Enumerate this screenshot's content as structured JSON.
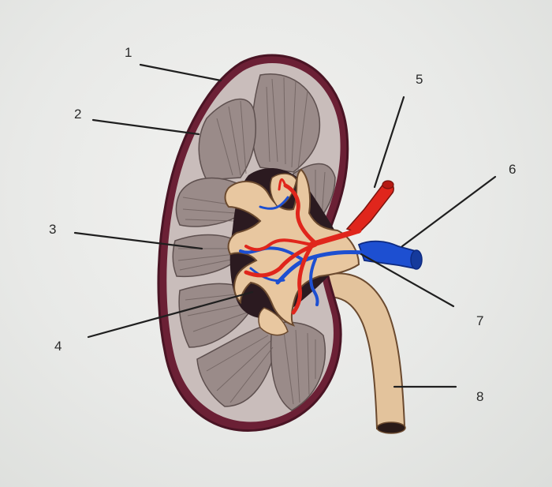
{
  "labels": [
    {
      "id": "l1",
      "text": "1"
    },
    {
      "id": "l2",
      "text": "2"
    },
    {
      "id": "l3",
      "text": "3"
    },
    {
      "id": "l4",
      "text": "4"
    },
    {
      "id": "l5",
      "text": "5"
    },
    {
      "id": "l6",
      "text": "6"
    },
    {
      "id": "l7",
      "text": "7"
    },
    {
      "id": "l8",
      "text": "8"
    }
  ],
  "colors": {
    "capsule": "#5a1a2a",
    "cortex": "#c3b8b6",
    "pyramid": "#8f807e",
    "pelvis": "#e8c7a0",
    "pelvis_outline": "#6b4a2f",
    "sinus": "#2a1a22",
    "artery": "#e0261c",
    "vein": "#1d4fd1",
    "ureter": "#e3c39c",
    "leader": "#1f1f1f"
  }
}
